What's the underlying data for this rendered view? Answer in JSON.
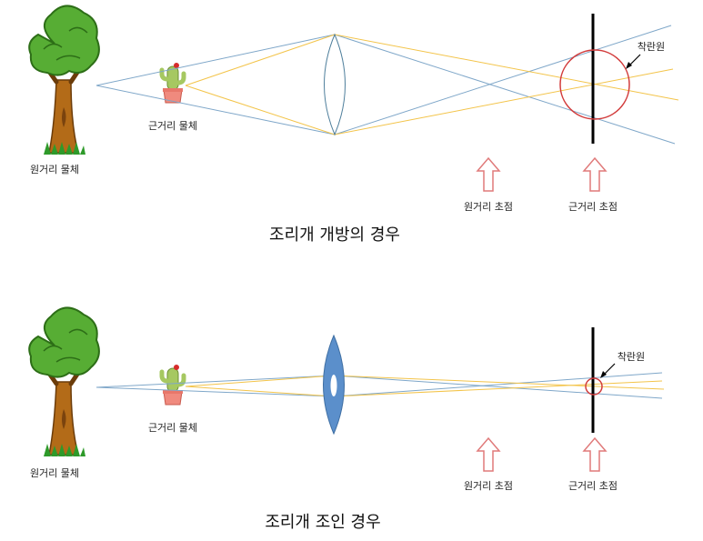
{
  "panel_open": {
    "far_object_label": "원거리 물체",
    "near_object_label": "근거리 물체",
    "far_focus_label": "원거리 초점",
    "near_focus_label": "근거리 초점",
    "blur_circle_label": "착란원",
    "caption": "조리개 개방의 경우"
  },
  "panel_closed": {
    "far_object_label": "원거리 물체",
    "near_object_label": "근거리 물체",
    "far_focus_label": "원거리 초점",
    "near_focus_label": "근거리 초점",
    "blur_circle_label": "착란원",
    "caption": "조리개 조인 경우"
  },
  "colors": {
    "far_ray": "#7fa7c9",
    "near_ray": "#f3c44a",
    "blur_circle": "#d23c3c",
    "focus_arrow": "#e07a7a",
    "lens_open_stroke": "#4f7f9c",
    "lens_closed_fill": "#5b8fcb",
    "sensor": "#000000"
  }
}
